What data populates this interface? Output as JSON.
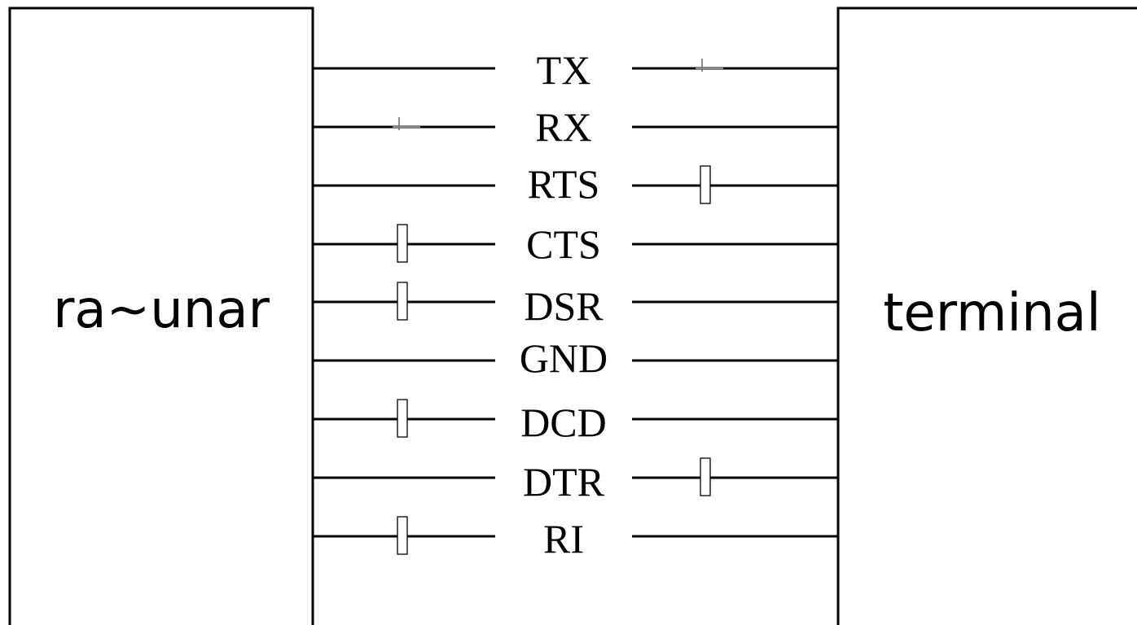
{
  "left_box": {
    "label": "ra~unar"
  },
  "right_box": {
    "label": "terminal"
  },
  "signals": [
    {
      "name": "TX",
      "left_marker": "none",
      "right_marker": "cross"
    },
    {
      "name": "RX",
      "left_marker": "cross",
      "right_marker": "none"
    },
    {
      "name": "RTS",
      "left_marker": "none",
      "right_marker": "box"
    },
    {
      "name": "CTS",
      "left_marker": "box",
      "right_marker": "none"
    },
    {
      "name": "DSR",
      "left_marker": "box",
      "right_marker": "none"
    },
    {
      "name": "GND",
      "left_marker": "none",
      "right_marker": "none"
    },
    {
      "name": "DCD",
      "left_marker": "box",
      "right_marker": "none"
    },
    {
      "name": "DTR",
      "left_marker": "none",
      "right_marker": "box"
    },
    {
      "name": "RI",
      "left_marker": "box",
      "right_marker": "none"
    }
  ],
  "colors": {
    "line": "#000000",
    "background": "#ffffff"
  }
}
